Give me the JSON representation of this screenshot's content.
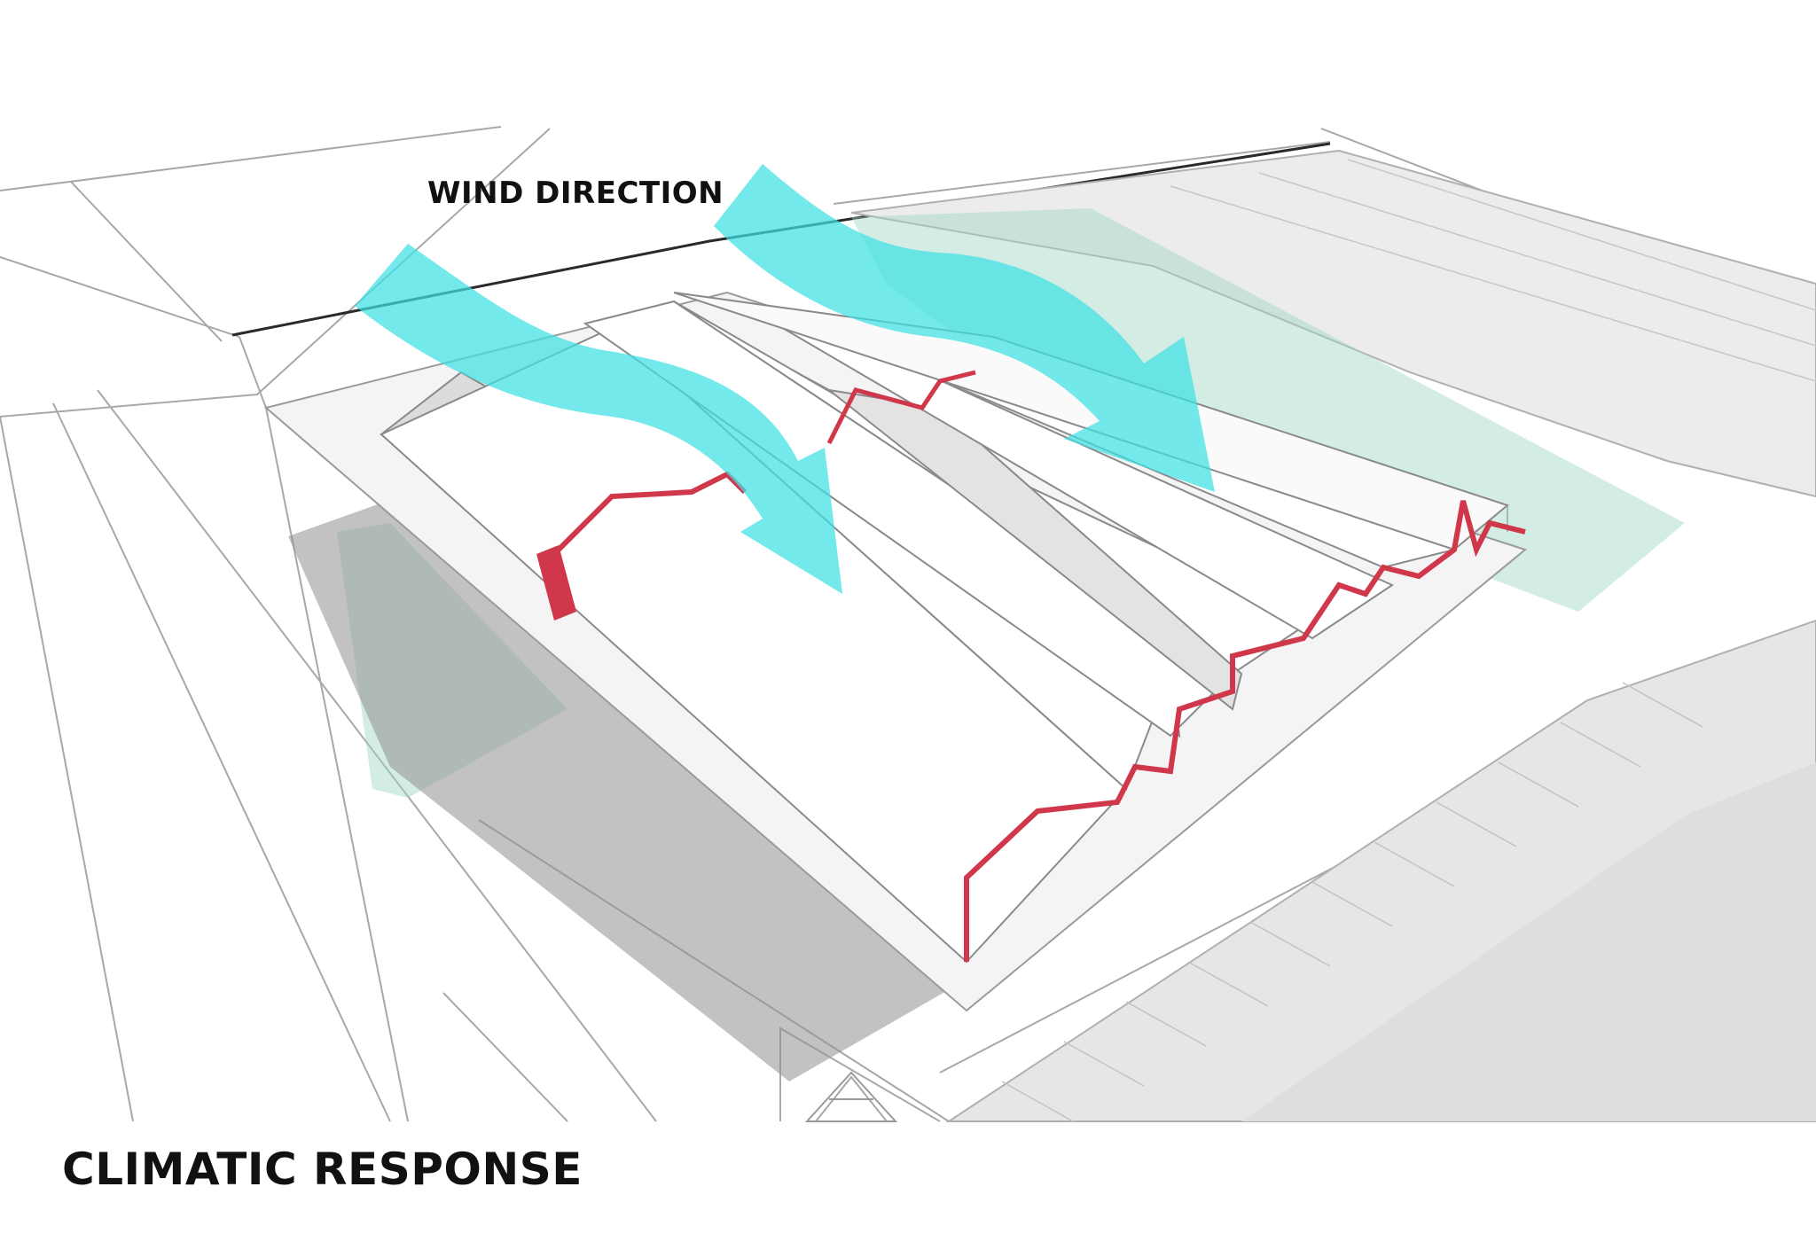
{
  "labels": {
    "wind_direction": "WIND DIRECTION",
    "title": "CLIMATIC RESPONSE"
  },
  "colors": {
    "wind_arrow": "#3fe0e4",
    "section_cut": "#d0374a",
    "green_zone": "#9fd6c3",
    "shadow": "#8f8f8f",
    "parking": "#e2e2e2",
    "linework": "#9a9a9a"
  },
  "icons": {
    "wind_arrows": "curved-arrow",
    "section_cut": "sawtooth-roof-section"
  }
}
